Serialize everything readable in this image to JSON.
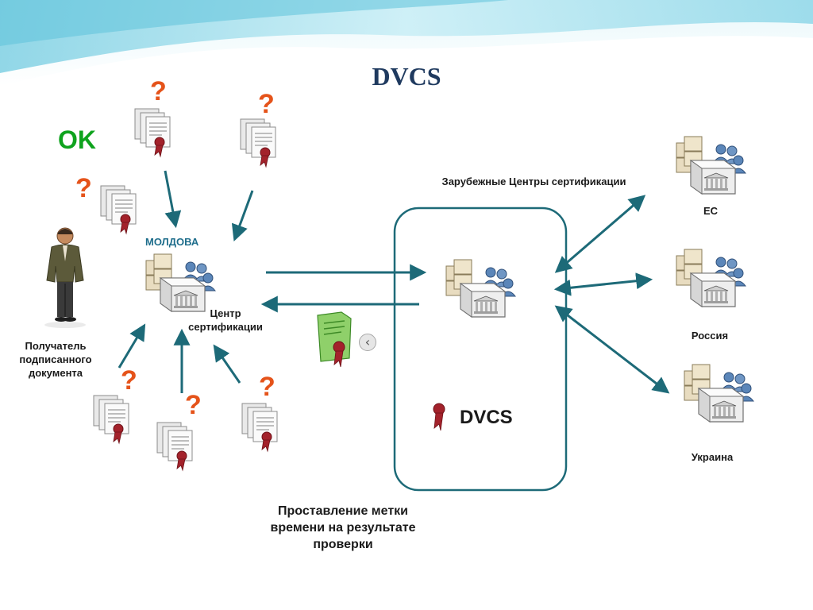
{
  "slide": {
    "title": "DVCS",
    "ok_label": "OK",
    "question_mark": "?",
    "nav_prev_glyph": "‹"
  },
  "left": {
    "moldova_label": "МОЛДОВА",
    "center_label_line1": "Центр",
    "center_label_line2": "сертификации",
    "recipient_line1": "Получатель",
    "recipient_line2": "подписанного",
    "recipient_line3": "документа"
  },
  "right": {
    "foreign_centers_label": "Зарубежные Центры сертификации",
    "nodes": [
      {
        "label": "ЕС"
      },
      {
        "label": "Россия"
      },
      {
        "label": "Украина"
      }
    ]
  },
  "dvcs_box": {
    "label": "DVCS"
  },
  "caption": {
    "line1": "Проставление метки",
    "line2": "времени на результате",
    "line3": "проверки"
  },
  "colors": {
    "arrow": "#1d6a78",
    "box_border": "#1d6a78",
    "ok_green": "#0fa31e",
    "question_orange": "#e5531a",
    "seal_red": "#a3222b",
    "certificate_green": "#7ac35a",
    "banner_light": "#d8f1f7",
    "banner_dark": "#5fc3da"
  },
  "icons": [
    "person-icon",
    "document-stack-icon",
    "server-cluster-icon",
    "seal-icon",
    "certificate-icon",
    "chevron-left-icon",
    "arrow-icon"
  ]
}
